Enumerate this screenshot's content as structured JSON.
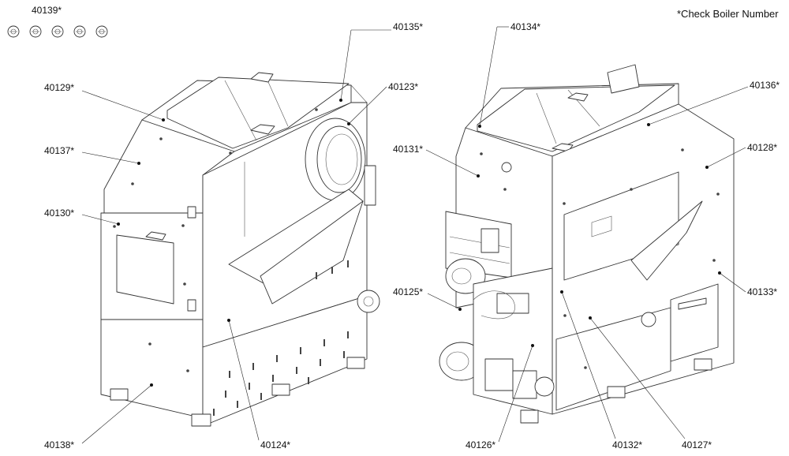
{
  "note": "*Check Boiler Number",
  "labels": {
    "p40139": "40139*",
    "p40135": "40135*",
    "p40129": "40129*",
    "p40123": "40123*",
    "p40137": "40137*",
    "p40130": "40130*",
    "p40138": "40138*",
    "p40124": "40124*",
    "p40134": "40134*",
    "p40136": "40136*",
    "p40131": "40131*",
    "p40128": "40128*",
    "p40125": "40125*",
    "p40133": "40133*",
    "p40126": "40126*",
    "p40132": "40132*",
    "p40127": "40127*"
  }
}
